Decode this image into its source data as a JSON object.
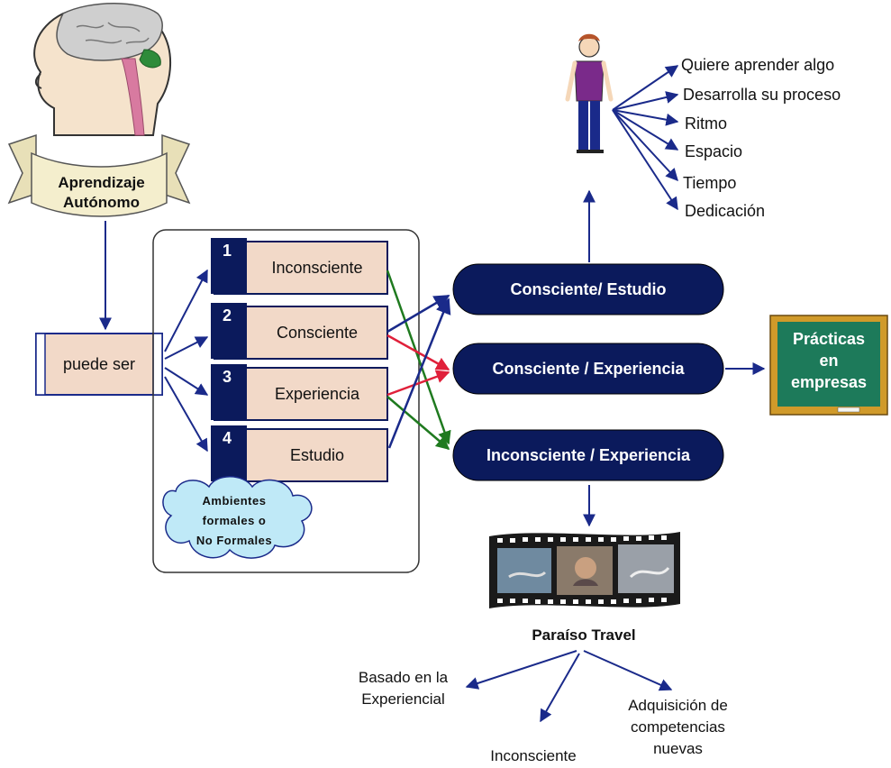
{
  "head_banner": {
    "line1": "Aprendizaje",
    "line2": "Autónomo"
  },
  "puede_ser": "puede ser",
  "stages": [
    {
      "num": "1",
      "label": "Inconsciente"
    },
    {
      "num": "2",
      "label": "Consciente"
    },
    {
      "num": "3",
      "label": "Experiencia"
    },
    {
      "num": "4",
      "label": "Estudio"
    }
  ],
  "cloud": {
    "line1": "Ambientes",
    "line2": "formales o",
    "line3": "No Formales"
  },
  "combinations": [
    "Consciente/ Estudio",
    "Consciente / Experiencia",
    "Inconsciente / Experiencia"
  ],
  "learner_traits": [
    "Quiere aprender algo",
    "Desarrolla su proceso",
    "Ritmo",
    "Espacio",
    "Tiempo",
    "Dedicación"
  ],
  "blackboard": {
    "line1": "Prácticas",
    "line2": "en",
    "line3": "empresas"
  },
  "film_title": "Paraíso Travel",
  "film_outcomes": {
    "left_line1": "Basado en la",
    "left_line2": "Experiencial",
    "middle": "Inconsciente",
    "right_line1": "Adquisición de",
    "right_line2": "competencias",
    "right_line3": "nuevas"
  },
  "colors": {
    "navy": "#0b1a5c",
    "box_fill": "#f2d9c8",
    "green_arrow": "#1f7a1f",
    "red_arrow": "#e0203a",
    "blackboard_green": "#1d7a5a",
    "cloud_fill": "#bfe9f7"
  },
  "icons": [
    "head-brain-icon",
    "scroll-banner-icon",
    "learner-person-icon",
    "film-strip-icon",
    "blackboard-icon",
    "cloud-icon"
  ]
}
